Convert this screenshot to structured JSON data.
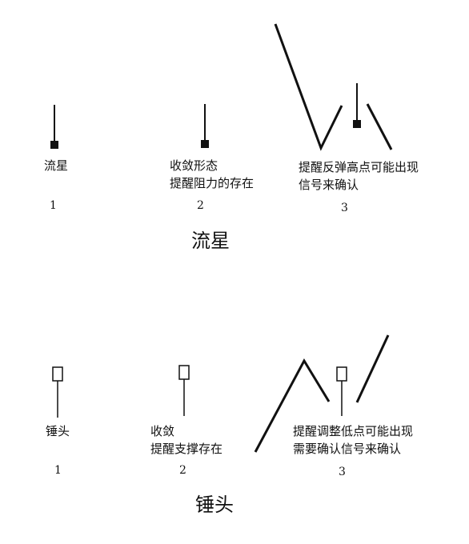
{
  "shooting_star": {
    "title": "流星",
    "items": [
      {
        "label": "流星",
        "number": "1"
      },
      {
        "label_line1": "收敛形态",
        "label_line2": "提醒阻力的存在",
        "number": "2"
      },
      {
        "label_line1": "提醒反弹高点可能出现",
        "label_line2": "信号来确认",
        "number": "3"
      }
    ]
  },
  "hammer": {
    "title": "锤头",
    "items": [
      {
        "label": "锤头",
        "number": "1"
      },
      {
        "label_line1": "收敛",
        "label_line2": "提醒支撑存在",
        "number": "2"
      },
      {
        "label_line1": "提醒调整低点可能出现",
        "label_line2": "需要确认信号来确认",
        "number": "3"
      }
    ]
  },
  "colors": {
    "ink": "#111111",
    "background": "#ffffff"
  }
}
